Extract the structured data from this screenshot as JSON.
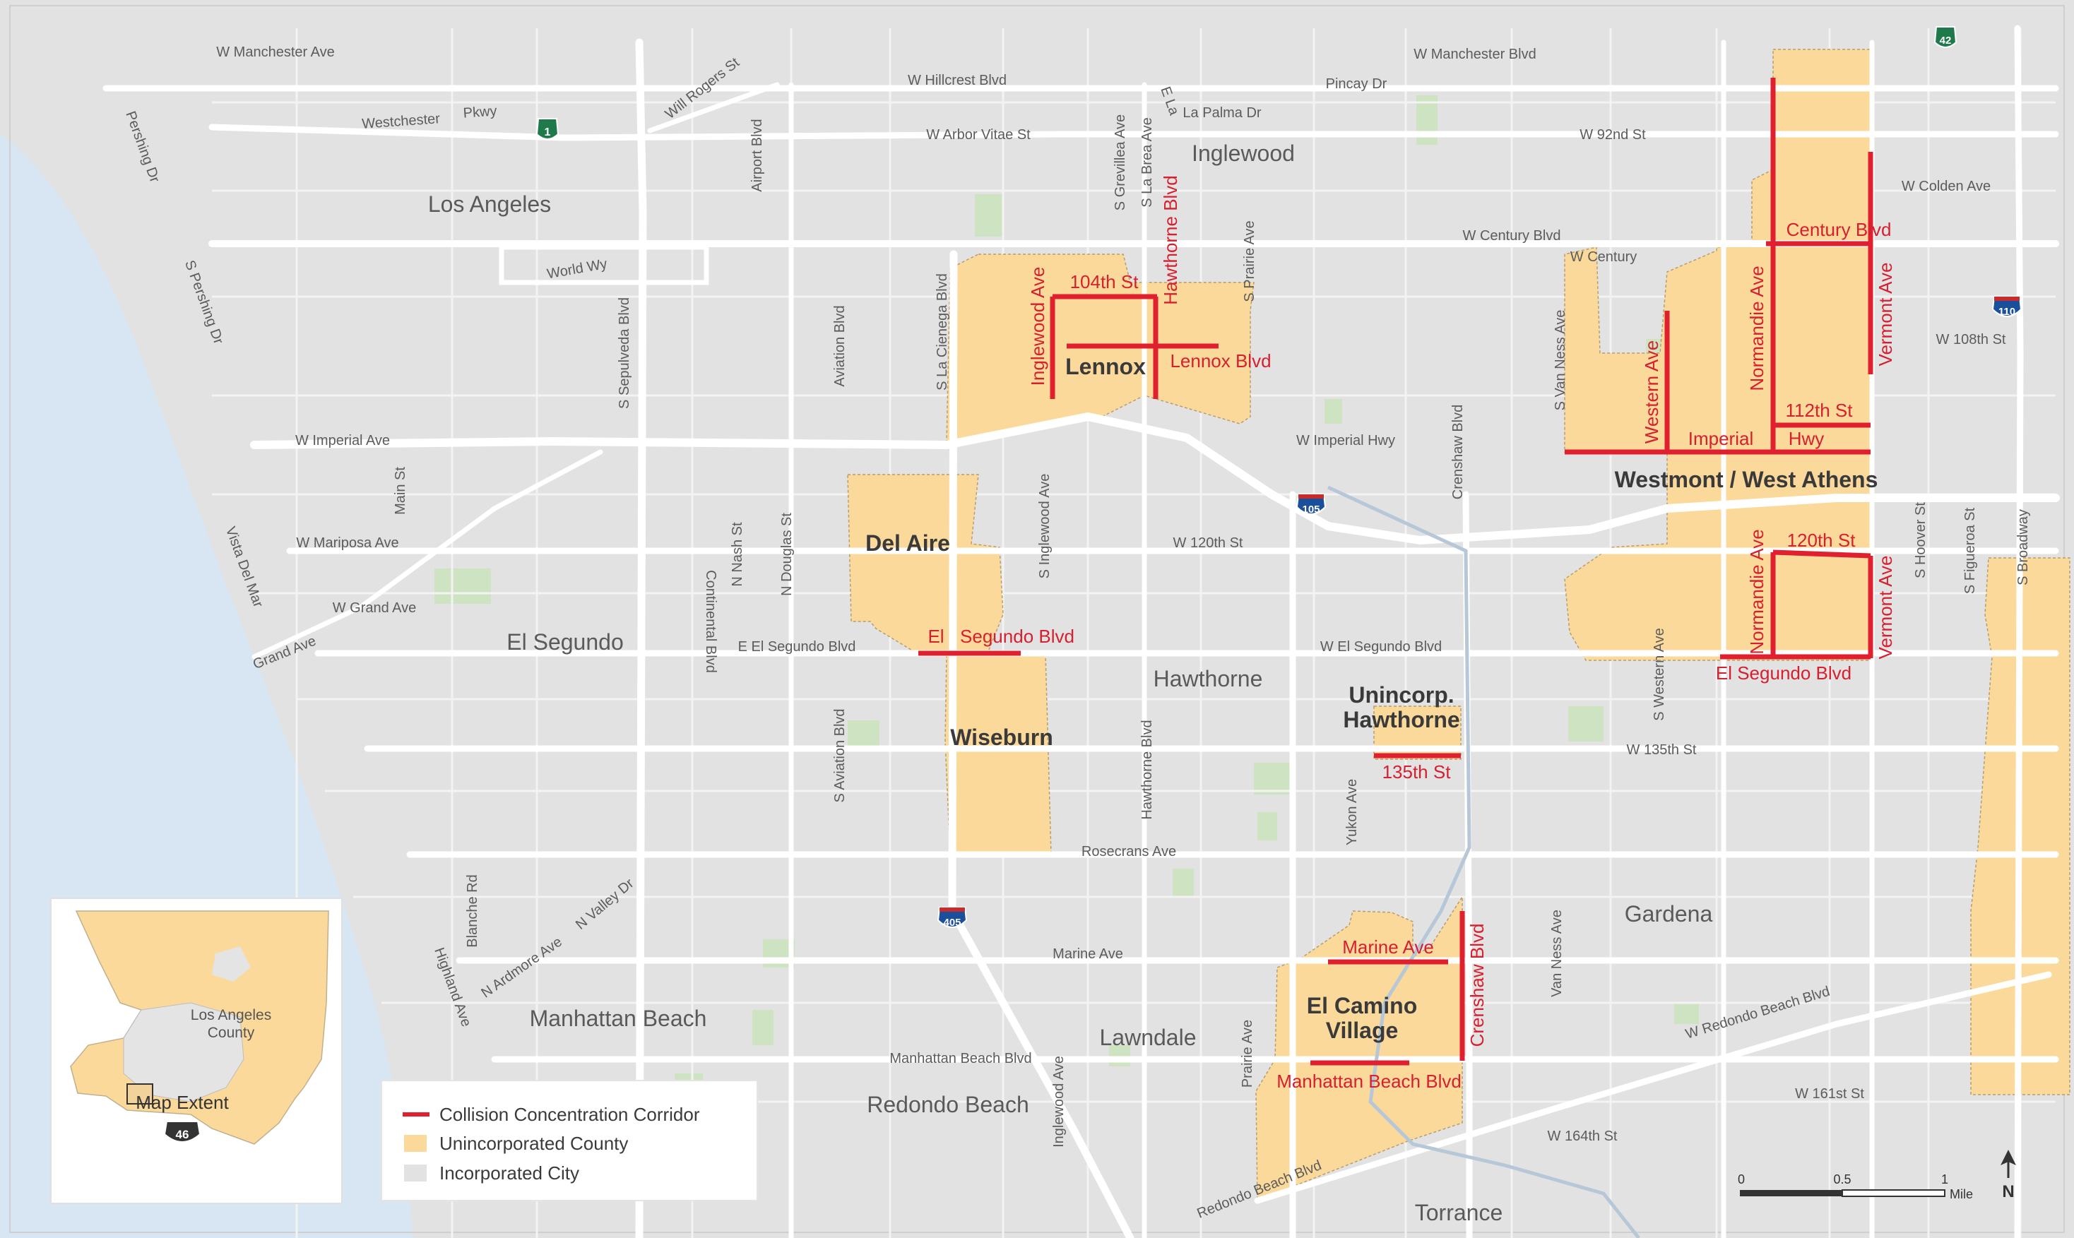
{
  "colors": {
    "background": "#e2e2e2",
    "water": "#d7e6f2",
    "unincorporated": "#fbd99a",
    "corridor": "#e0202f",
    "road": "#ffffff",
    "shield": "#1e7a4a"
  },
  "places": {
    "los_angeles": "Los Angeles",
    "inglewood": "Inglewood",
    "el_segundo": "El Segundo",
    "hawthorne": "Hawthorne",
    "gardena": "Gardena",
    "lawndale": "Lawndale",
    "manhattan_beach": "Manhattan Beach",
    "redondo_beach": "Redondo Beach",
    "torrance": "Torrance"
  },
  "areas": {
    "lennox": "Lennox",
    "westmont": "Westmont / West Athens",
    "del_aire": "Del Aire",
    "wiseburn": "Wiseburn",
    "unincorp_1": "Unincorp.",
    "unincorp_2": "Hawthorne",
    "el_camino_1": "El Camino",
    "el_camino_2": "Village"
  },
  "corridors": {
    "c104th": "104th St",
    "inglewood_ave": "Inglewood Ave",
    "hawthorne_blvd": "Hawthorne Blvd",
    "lennox_blvd": "Lennox Blvd",
    "century_blvd": "Century Blvd",
    "vermont_n": "Vermont Ave",
    "normandie_n": "Normandie Ave",
    "western_ave": "Western Ave",
    "c112th": "112th St",
    "imperial": "Imperial",
    "hwy": "Hwy",
    "c120th": "120th St",
    "normandie_s": "Normandie Ave",
    "vermont_s": "Vermont Ave",
    "el_segundo_e": "El Segundo Blvd",
    "el": "El",
    "segundo_w": "Segundo Blvd",
    "c135th": "135th St",
    "marine": "Marine Ave",
    "crenshaw": "Crenshaw Blvd",
    "manhattan_beach_blvd": "Manhattan Beach Blvd"
  },
  "streets": {
    "w_manchester_ave": "W Manchester Ave",
    "westchester": "Westchester",
    "pkwy": "Pkwy",
    "will_rogers": "Will Rogers St",
    "w_hillcrest": "W Hillcrest Blvd",
    "w_arbor_vitae": "W Arbor Vitae St",
    "airport_blvd": "Airport Blvd",
    "w_manchester_blvd": "W Manchester Blvd",
    "pincay": "Pincay Dr",
    "la_palma": "La Palma Dr",
    "ela": "E La",
    "s_grevillea": "S Grevillea Ave",
    "s_la_brea": "S La Brea Ave",
    "w_92nd": "W 92nd St",
    "w_colden": "W Colden Ave",
    "pershing_dr": "Pershing Dr",
    "s_pershing_dr": "S Pershing Dr",
    "world_wy": "World Wy",
    "s_sepulveda": "S Sepulveda Blvd",
    "aviation_blvd": "Aviation Blvd",
    "s_la_cienega": "S La Cienega Blvd",
    "s_prairie": "S Prairie Ave",
    "w_century_blvd": "W Century Blvd",
    "w_century": "W Century",
    "s_van_ness": "S Van Ness Ave",
    "w_108th": "W 108th St",
    "w_imperial_ave": "W Imperial Ave",
    "w_imperial_hwy": "W Imperial Hwy",
    "crenshaw_blvd": "Crenshaw Blvd",
    "main_st": "Main St",
    "vista_del_mar": "Vista Del Mar",
    "w_mariposa": "W Mariposa Ave",
    "w_grand": "W Grand Ave",
    "grand_ave": "Grand Ave",
    "continental": "Continental Blvd",
    "n_nash": "N Nash St",
    "n_douglas": "N Douglas St",
    "s_inglewood": "S Inglewood Ave",
    "w_120th": "W 120th St",
    "s_hoover": "S Hoover St",
    "s_figueroa": "S Figueroa St",
    "s_broadway": "S Broadway",
    "e_el_segundo": "E El Segundo Blvd",
    "w_el_segundo": "W El Segundo Blvd",
    "s_western": "S Western Ave",
    "s_aviation": "S Aviation Blvd",
    "hawthorne_blvd": "Hawthorne Blvd",
    "w_135th": "W 135th St",
    "yukon": "Yukon Ave",
    "rosecrans": "Rosecrans Ave",
    "blanche": "Blanche Rd",
    "n_valley": "N Valley Dr",
    "n_ardmore": "N Ardmore Ave",
    "highland": "Highland Ave",
    "marine_ave": "Marine Ave",
    "van_ness": "Van Ness Ave",
    "w_redondo_beach": "W Redondo Beach Blvd",
    "manhattan_beach_blvd": "Manhattan Beach Blvd",
    "inglewood_ave": "Inglewood Ave",
    "prairie_ave": "Prairie Ave",
    "w_161st": "W 161st St",
    "w_164th": "W 164th St",
    "redondo_beach_blvd": "Redondo Beach Blvd"
  },
  "shields": {
    "sr1": "1",
    "sr42": "42",
    "i110": "110",
    "i105": "105",
    "i405": "405"
  },
  "inset": {
    "county": "Los Angeles",
    "county2": "County",
    "extent": "Map Extent",
    "shield": "46"
  },
  "legend": {
    "corridor": "Collision Concentration Corridor",
    "uninc": "Unincorporated County",
    "inc": "Incorporated City"
  },
  "scale": {
    "zero": "0",
    "half": "0.5",
    "one": "1",
    "unit": "Mile",
    "north": "N"
  }
}
